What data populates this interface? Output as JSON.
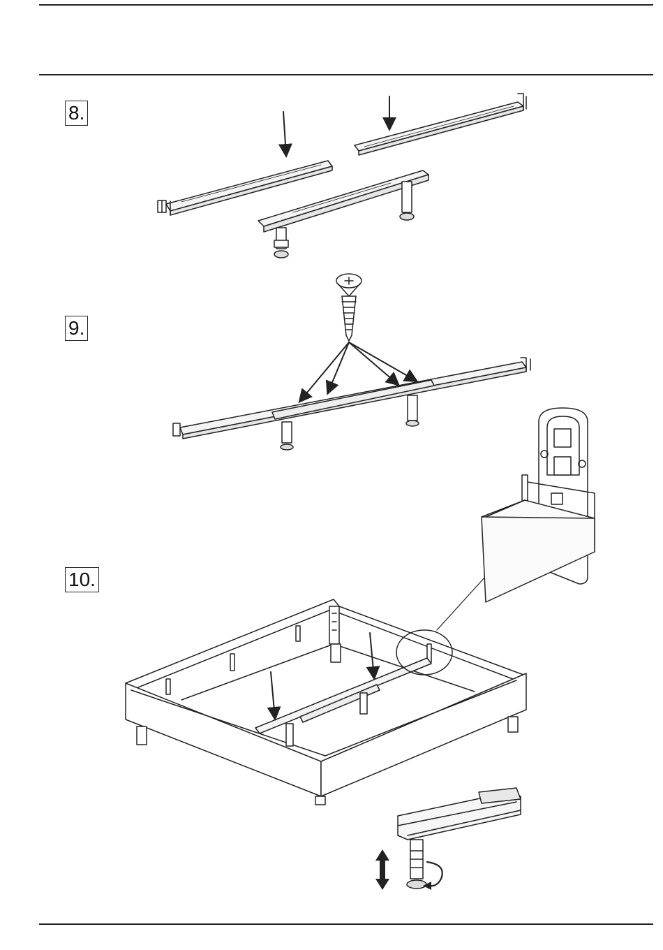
{
  "steps": [
    {
      "label": "8."
    },
    {
      "label": "9."
    },
    {
      "label": "10."
    }
  ],
  "colors": {
    "ink": "#222222",
    "paper": "#ffffff",
    "wood": "#f4f4f4"
  },
  "icons": [
    "down-arrow-icon",
    "screw-icon",
    "up-down-arrow-icon",
    "rotate-arrow-icon"
  ]
}
